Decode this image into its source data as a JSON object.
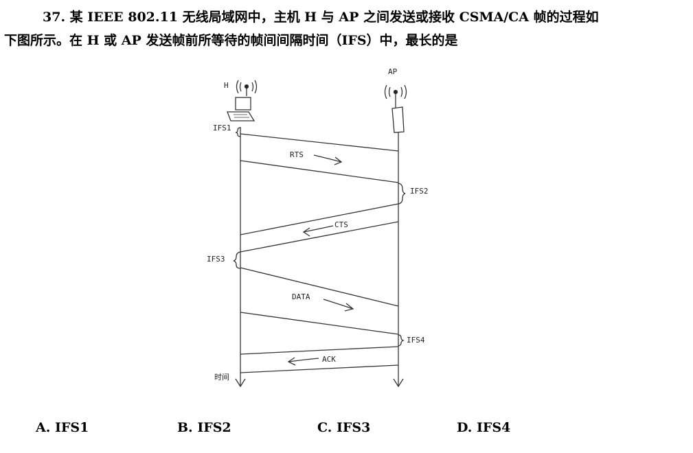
{
  "question": {
    "line1": "37. 某 IEEE 802.11 无线局域网中，主机 H 与 AP 之间发送或接收 CSMA/CA 帧的过程如",
    "line2": "下图所示。在 H 或 AP 发送帧前所等待的帧间间隔时间（IFS）中，最长的是"
  },
  "diagram": {
    "host_label": "H",
    "ap_label": "AP",
    "time_label": "时间",
    "frames": {
      "rts": "RTS",
      "cts": "CTS",
      "data": "DATA",
      "ack": "ACK"
    },
    "ifs": {
      "ifs1": "IFS1",
      "ifs2": "IFS2",
      "ifs3": "IFS3",
      "ifs4": "IFS4"
    }
  },
  "options": [
    {
      "letter": "A.",
      "text": "IFS1"
    },
    {
      "letter": "B.",
      "text": "IFS2"
    },
    {
      "letter": "C.",
      "text": "IFS3"
    },
    {
      "letter": "D.",
      "text": "IFS4"
    }
  ]
}
